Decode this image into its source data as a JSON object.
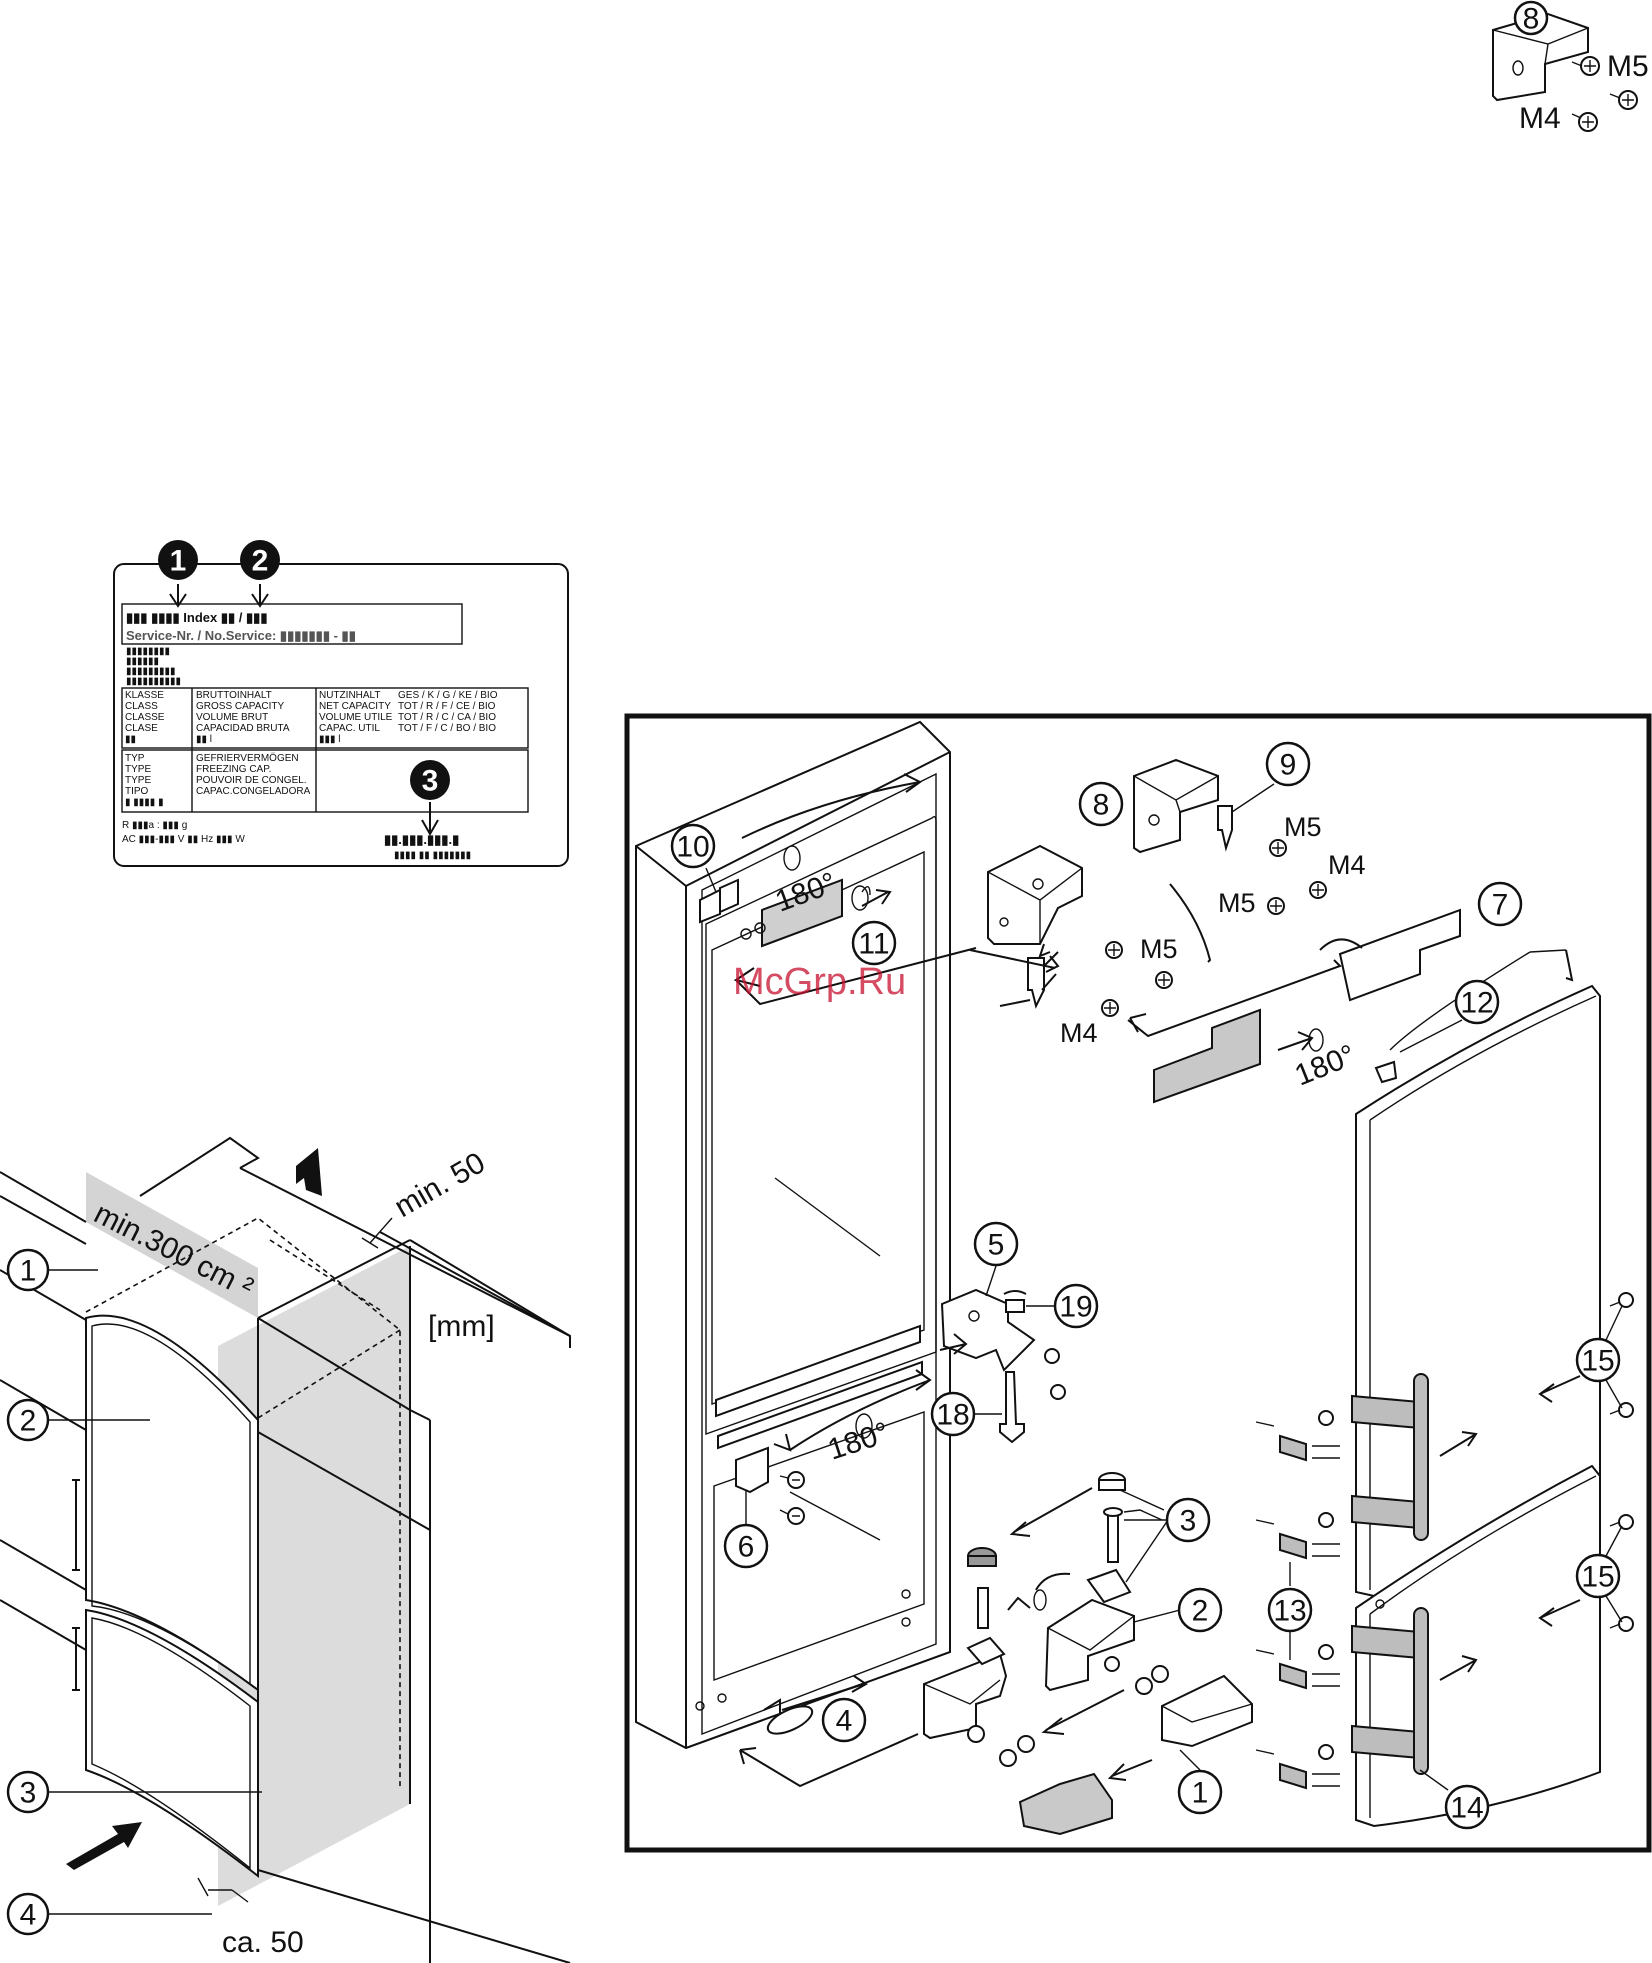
{
  "top_right_callout": {
    "num": "8",
    "m5": "M5",
    "m4": "M4"
  },
  "rating_label": {
    "bullets": [
      "1",
      "2",
      "3"
    ],
    "index_row": "▮▮▮ ▮▮▮▮ Index ▮▮ / ▮▮▮",
    "service_row": "Service-Nr. / No.Service: ▮▮▮▮▮▮▮ - ▮▮",
    "code_lines": [
      "▮▮▮▮▮▮▮▮",
      "▮▮▮▮▮▮",
      "▮▮▮▮▮▮▮▮▮",
      "▮▮▮▮▮▮▮▮▮▮"
    ],
    "class_col": [
      "KLASSE",
      "CLASS",
      "CLASSE",
      "CLASE",
      "▮▮"
    ],
    "gross_col": [
      "BRUTTOINHALT",
      "GROSS CAPACITY",
      "VOLUME BRUT",
      "CAPACIDAD BRUTA",
      "▮▮ l"
    ],
    "net_col": [
      "NUTZINHALT",
      "NET CAPACITY",
      "VOLUME UTILE",
      "CAPAC. UTIL",
      "▮▮▮ l"
    ],
    "net_codes": [
      "GES / K / G / KE / BIO",
      "TOT / R / F / CE / BIO",
      "TOT / R / C / CA / BIO",
      "TOT / F / C / BO / BIO"
    ],
    "type_col": [
      "TYP",
      "TYPE",
      "TYPE",
      "TIPO",
      "▮ ▮▮▮▮ ▮"
    ],
    "freeze_col": [
      "GEFRIERVERMÖGEN",
      "FREEZING CAP.",
      "POUVOIR DE CONGEL.",
      "CAPAC.CONGELADORA"
    ],
    "r_line": "R ▮▮▮a : ▮▮▮ g",
    "ac_line": "AC ▮▮▮-▮▮▮ V  ▮▮  Hz  ▮▮▮ W",
    "serial": "▮▮.▮▮▮.▮▮▮.▮",
    "serial_sub": "▮▮▮▮ ▮▮ ▮▮▮▮▮▮▮"
  },
  "installation": {
    "min300": "min.300 cm ²",
    "min50": "min. 50",
    "unit": "[mm]",
    "ca50": "ca. 50",
    "callouts": [
      "1",
      "2",
      "3",
      "4"
    ]
  },
  "door_reversal": {
    "callouts": [
      "1",
      "2",
      "3",
      "4",
      "5",
      "6",
      "7",
      "8",
      "9",
      "10",
      "11",
      "12",
      "13",
      "14",
      "15",
      "15",
      "18",
      "19"
    ],
    "screw_labels": [
      "M5",
      "M4",
      "M5",
      "M5",
      "M4"
    ],
    "angle": "180°",
    "watermark": "McGrp.Ru"
  }
}
